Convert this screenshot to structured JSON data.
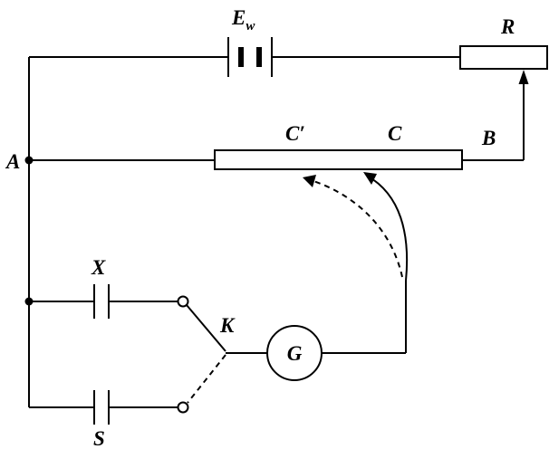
{
  "diagram": {
    "type": "circuit-schematic",
    "description": "Potentiometer slide-wire circuit with battery, rheostat, capacitors, two-way switch and ballistic galvanometer",
    "labels": {
      "battery_main": "E",
      "battery_sub": "w",
      "resistor": "R",
      "node_a": "A",
      "contact_prime": "C′",
      "contact": "C",
      "node_b": "B",
      "capacitor_x": "X",
      "capacitor_s": "S",
      "switch_k": "K",
      "galvanometer": "G"
    },
    "colors": {
      "stroke": "#000000",
      "background": "#ffffff"
    }
  }
}
